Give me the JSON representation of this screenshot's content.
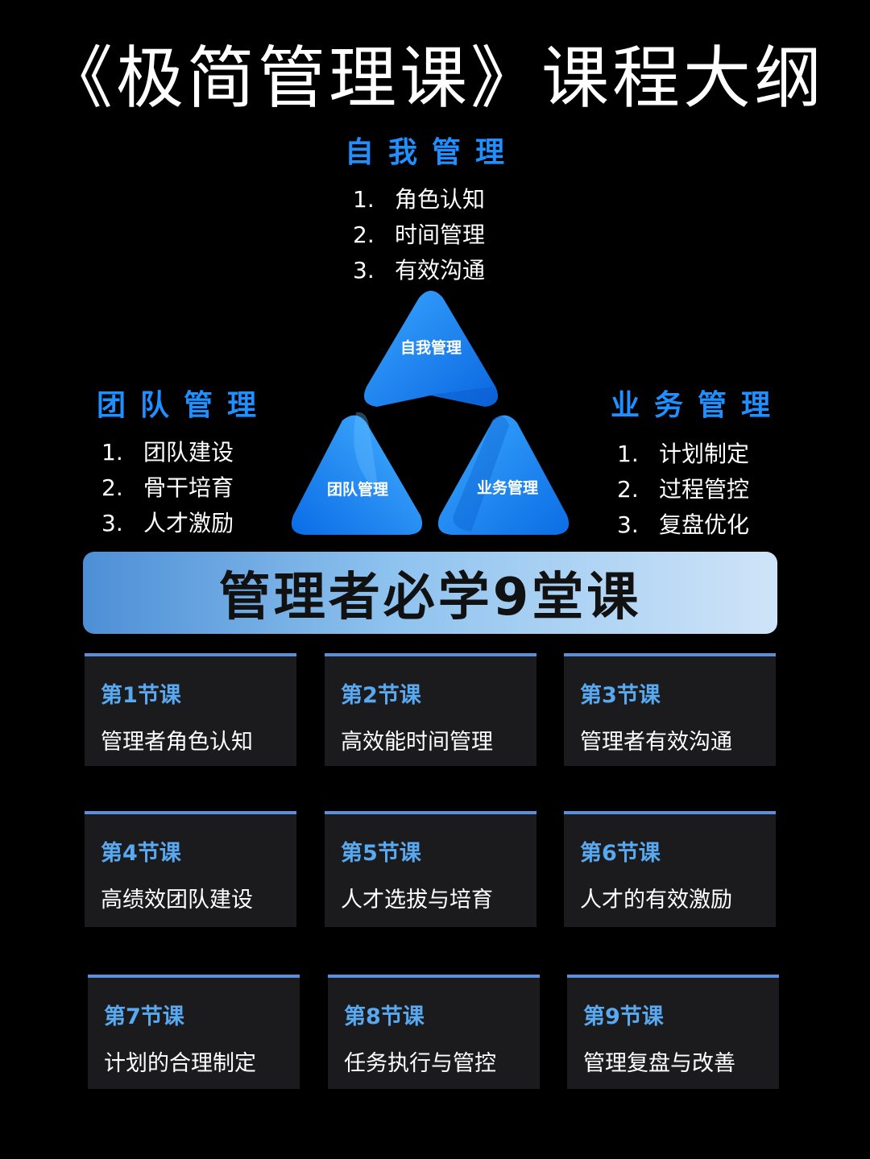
{
  "title": "《极简管理课》课程大纲",
  "sections": {
    "self": {
      "heading": "自我管理",
      "items": [
        {
          "num": "1.",
          "text": "角色认知"
        },
        {
          "num": "2.",
          "text": "时间管理"
        },
        {
          "num": "3.",
          "text": "有效沟通"
        }
      ]
    },
    "team": {
      "heading": "团队管理",
      "items": [
        {
          "num": "1.",
          "text": "团队建设"
        },
        {
          "num": "2.",
          "text": "骨干培育"
        },
        {
          "num": "3.",
          "text": "人才激励"
        }
      ]
    },
    "biz": {
      "heading": "业务管理",
      "items": [
        {
          "num": "1.",
          "text": "计划制定"
        },
        {
          "num": "2.",
          "text": "过程管控"
        },
        {
          "num": "3.",
          "text": "复盘优化"
        }
      ]
    }
  },
  "triangles": {
    "top": "自我管理",
    "left": "团队管理",
    "right": "业务管理"
  },
  "banner": "管理者必学9堂课",
  "lessons": [
    {
      "num": "第1节课",
      "title": "管理者角色认知"
    },
    {
      "num": "第2节课",
      "title": "高效能时间管理"
    },
    {
      "num": "第3节课",
      "title": "管理者有效沟通"
    },
    {
      "num": "第4节课",
      "title": "高绩效团队建设"
    },
    {
      "num": "第5节课",
      "title": "人才选拔与培育"
    },
    {
      "num": "第6节课",
      "title": "人才的有效激励"
    },
    {
      "num": "第7节课",
      "title": "计划的合理制定"
    },
    {
      "num": "第8节课",
      "title": "任务执行与管控"
    },
    {
      "num": "第9节课",
      "title": "管理复盘与改善"
    }
  ],
  "colors": {
    "accent": "#1e90ff",
    "lesson_num": "#58a9f0",
    "card_bg": "#1b1b1d"
  }
}
